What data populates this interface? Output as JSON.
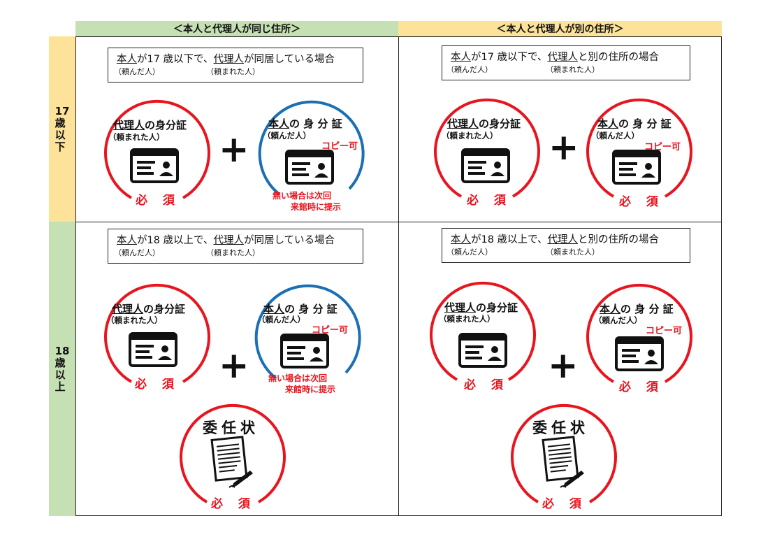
{
  "headers": {
    "same_address": "＜本人と代理人が同じ住所＞",
    "diff_address": "＜本人と代理人が別の住所＞"
  },
  "rows": {
    "under17": "17\n歳\n以\n下",
    "over18": "18\n歳\n以\n上"
  },
  "colors": {
    "red": "#e8141e",
    "blue": "#1a6fb5",
    "header_green": "#c5e0b3",
    "header_yellow": "#fde29a"
  },
  "cells": {
    "tl": {
      "title_pre": "本人",
      "title_mid1": "が17 歳以下で、",
      "title_agent": "代理人",
      "title_post": "が同居している場合",
      "sub_self": "（頼んだ人）",
      "sub_agent": "（頼まれた人）"
    },
    "tr": {
      "title_pre": "本人",
      "title_mid1": "が17 歳以下で、",
      "title_agent": "代理人",
      "title_post": "と別の住所の場合",
      "sub_self": "（頼んだ人）",
      "sub_agent": "（頼まれた人）"
    },
    "bl": {
      "title_pre": "本人",
      "title_mid1": "が18 歳以上で、",
      "title_agent": "代理人",
      "title_post": "が同居している場合",
      "sub_self": "（頼んだ人）",
      "sub_agent": "（頼まれた人）"
    },
    "br": {
      "title_pre": "本人",
      "title_mid1": "が18 歳以上で、",
      "title_agent": "代理人",
      "title_post": "と別の住所の場合",
      "sub_self": "（頼んだ人）",
      "sub_agent": "（頼まれた人）"
    }
  },
  "labels": {
    "agent_id_pre": "代理人",
    "agent_id_post": "の身分証",
    "agent_sub": "（頼まれた人）",
    "self_id_pre": "本人",
    "self_id_post": "の 身 分 証",
    "self_sub": "（頼んだ人）",
    "must": "必 須",
    "copy_ok": "コピー可",
    "note_line1": "無い場合は次回",
    "note_line2": "来館時に提示",
    "proxy_letter": "委任状",
    "plus": "+"
  }
}
